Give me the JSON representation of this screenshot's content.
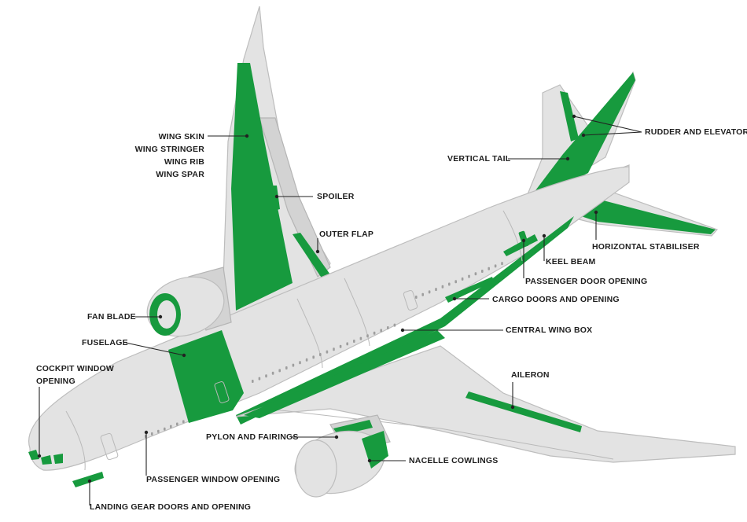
{
  "labels": {
    "wing_skin": "WING SKIN",
    "wing_stringer": "WING STRINGER",
    "wing_rib": "WING RIB",
    "wing_spar": "WING SPAR",
    "spoiler": "SPOILER",
    "outer_flap": "OUTER FLAP",
    "vertical_tail": "VERTICAL TAIL",
    "rudder_elevator": "RUDDER AND ELEVATOR",
    "horizontal_stabiliser": "HORIZONTAL STABILISER",
    "keel_beam": "KEEL BEAM",
    "passenger_door": "PASSENGER DOOR OPENING",
    "cargo_doors": "CARGO DOORS AND OPENING",
    "central_wing_box": "CENTRAL WING BOX",
    "fan_blade": "FAN BLADE",
    "fuselage": "FUSELAGE",
    "cockpit_window_1": "COCKPIT WINDOW",
    "cockpit_window_2": "OPENING",
    "aileron": "AILERON",
    "pylon_fairings": "PYLON AND FAIRINGS",
    "nacelle_cowlings": "NACELLE COWLINGS",
    "passenger_window": "PASSENGER WINDOW OPENING",
    "landing_gear": "LANDING GEAR DOORS AND OPENING"
  },
  "colors": {
    "composite_green": "#179a3e",
    "airframe_grey": "#e3e3e3",
    "leader_line": "#222222"
  }
}
